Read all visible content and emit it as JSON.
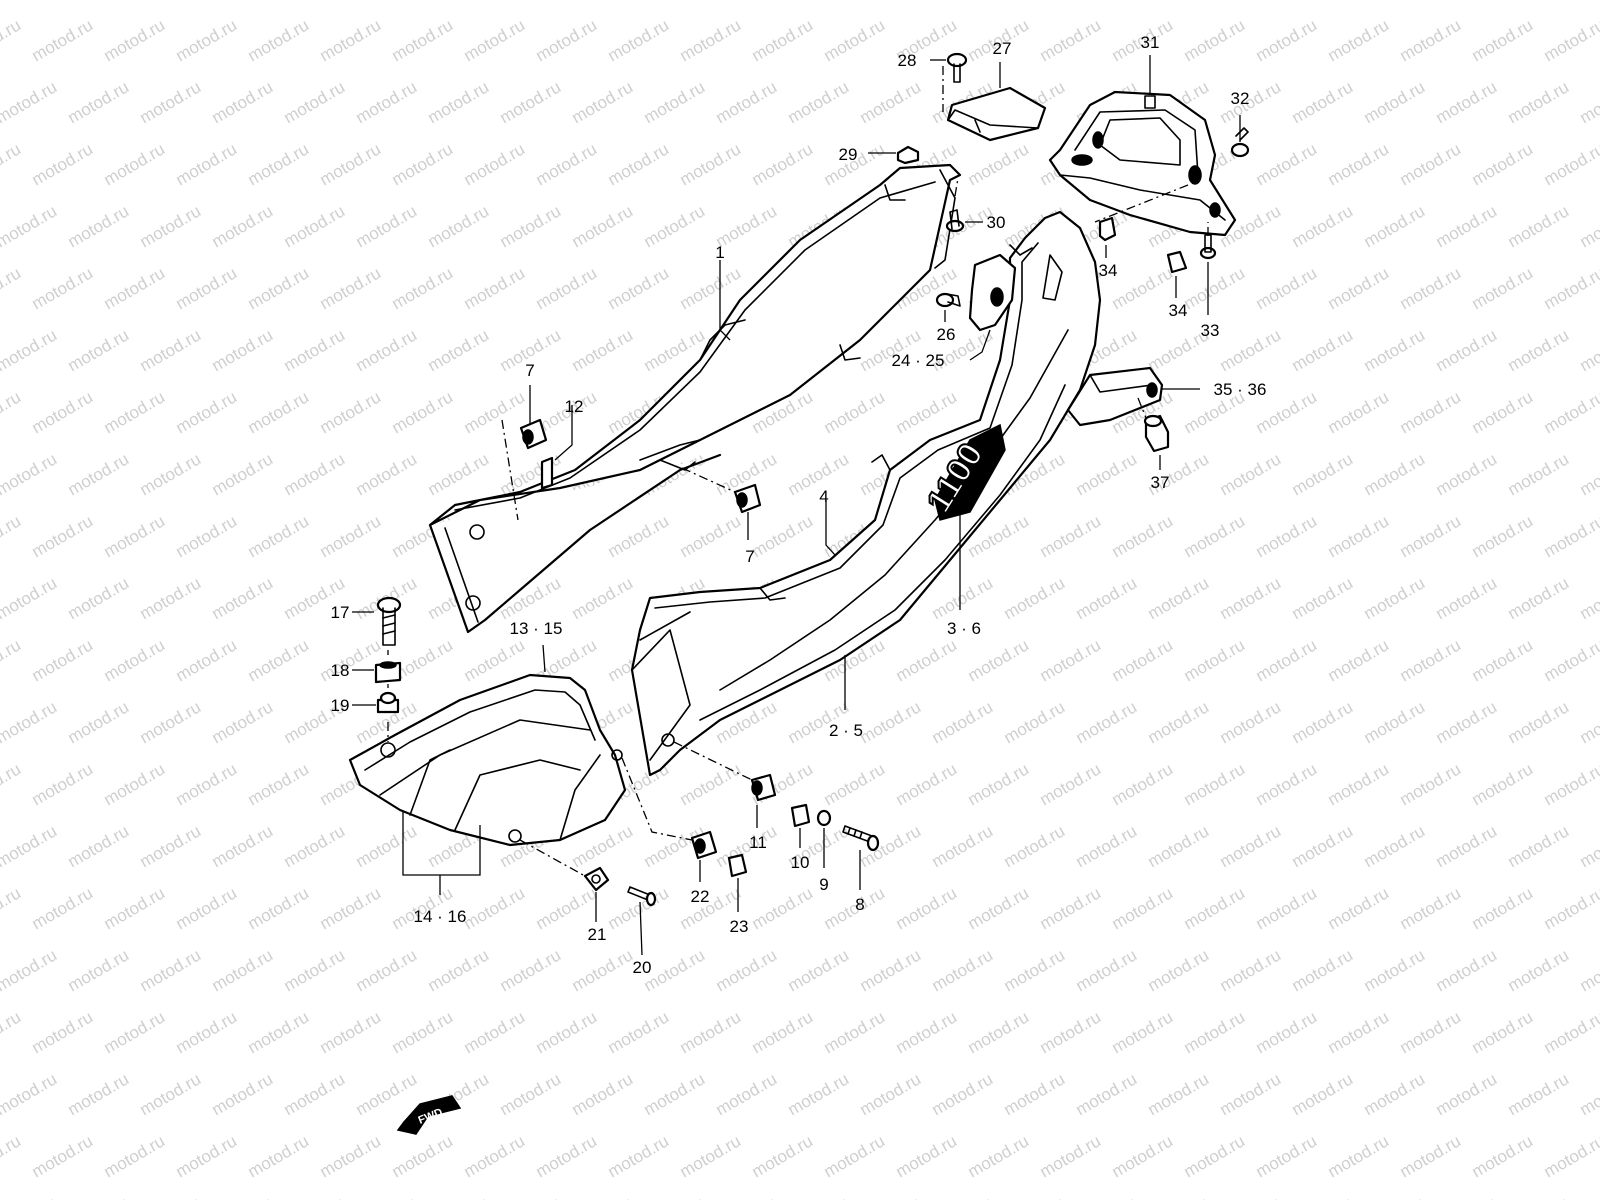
{
  "watermark": {
    "text": "motod.ru",
    "color": "#cfcfcf"
  },
  "emblem": {
    "text": "1100"
  },
  "direction_badge": {
    "text": "FWD"
  },
  "callouts": [
    {
      "id": "c1",
      "text": "1"
    },
    {
      "id": "c2_5",
      "text": "2 · 5"
    },
    {
      "id": "c3_6",
      "text": "3 · 6"
    },
    {
      "id": "c4",
      "text": "4"
    },
    {
      "id": "c7a",
      "text": "7"
    },
    {
      "id": "c7b",
      "text": "7"
    },
    {
      "id": "c8",
      "text": "8"
    },
    {
      "id": "c9",
      "text": "9"
    },
    {
      "id": "c10",
      "text": "10"
    },
    {
      "id": "c11",
      "text": "11"
    },
    {
      "id": "c12",
      "text": "12"
    },
    {
      "id": "c13_15",
      "text": "13 · 15"
    },
    {
      "id": "c14_16",
      "text": "14 · 16"
    },
    {
      "id": "c17",
      "text": "17"
    },
    {
      "id": "c18",
      "text": "18"
    },
    {
      "id": "c19",
      "text": "19"
    },
    {
      "id": "c20",
      "text": "20"
    },
    {
      "id": "c21",
      "text": "21"
    },
    {
      "id": "c22",
      "text": "22"
    },
    {
      "id": "c23",
      "text": "23"
    },
    {
      "id": "c24_25",
      "text": "24 · 25"
    },
    {
      "id": "c26",
      "text": "26"
    },
    {
      "id": "c27",
      "text": "27"
    },
    {
      "id": "c28",
      "text": "28"
    },
    {
      "id": "c29",
      "text": "29"
    },
    {
      "id": "c30",
      "text": "30"
    },
    {
      "id": "c31",
      "text": "31"
    },
    {
      "id": "c32",
      "text": "32"
    },
    {
      "id": "c33",
      "text": "33"
    },
    {
      "id": "c34a",
      "text": "34"
    },
    {
      "id": "c34b",
      "text": "34"
    },
    {
      "id": "c35_36",
      "text": "35 · 36"
    },
    {
      "id": "c37",
      "text": "37"
    }
  ]
}
